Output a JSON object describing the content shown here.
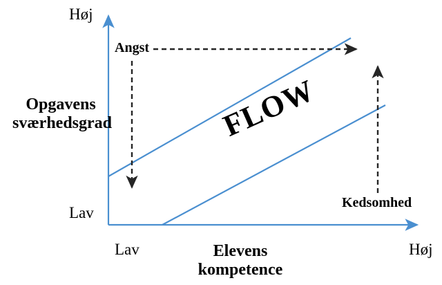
{
  "chart_data": {
    "type": "diagram",
    "title": "FLOW",
    "xlabel": "Elevens kompetence",
    "ylabel": "Opgavens sværhedsgrad",
    "xticks": [
      "Lav",
      "Høj"
    ],
    "yticks": [
      "Lav",
      "Høj"
    ],
    "zones": [
      "Angst",
      "FLOW",
      "Kedsomhed"
    ],
    "bands": [
      {
        "name": "upper-flow-boundary",
        "from": [
          157,
          255
        ],
        "to": [
          508,
          55
        ],
        "color": "#4a8fd0"
      },
      {
        "name": "lower-flow-boundary",
        "from": [
          235,
          325
        ],
        "to": [
          558,
          152
        ],
        "color": "#4a8fd0"
      }
    ],
    "annotation_arrows": [
      {
        "name": "anxiety-horizontal",
        "from": [
          222,
          71
        ],
        "to": [
          521,
          71
        ],
        "direction": "right",
        "style": "dashed"
      },
      {
        "name": "anxiety-vertical",
        "from": [
          191,
          88
        ],
        "to": [
          191,
          277
        ],
        "direction": "down",
        "style": "dashed"
      },
      {
        "name": "boredom-vertical",
        "from": [
          547,
          279
        ],
        "to": [
          547,
          90
        ],
        "direction": "up",
        "style": "dashed"
      }
    ],
    "axis_color": "#4a8fd0",
    "annotation_color": "#262626",
    "grid": false,
    "legend": "none"
  },
  "diagram": {
    "axes": {
      "y_high_label": "Høj",
      "y_low_label": "Lav",
      "x_low_label": "Lav",
      "x_high_label": "Høj",
      "y_title_line1": "Opgavens",
      "y_title_line2": "sværhedsgrad",
      "x_title_line1": "Elevens",
      "x_title_line2": "kompetence"
    },
    "zones": {
      "anxiety_label": "Angst",
      "flow_label": "FLOW",
      "boredom_label": "Kedsomhed"
    },
    "colors": {
      "line_blue": "#4a8fd0",
      "dash_black": "#262626",
      "text_black": "#000000",
      "background": "#ffffff"
    }
  }
}
